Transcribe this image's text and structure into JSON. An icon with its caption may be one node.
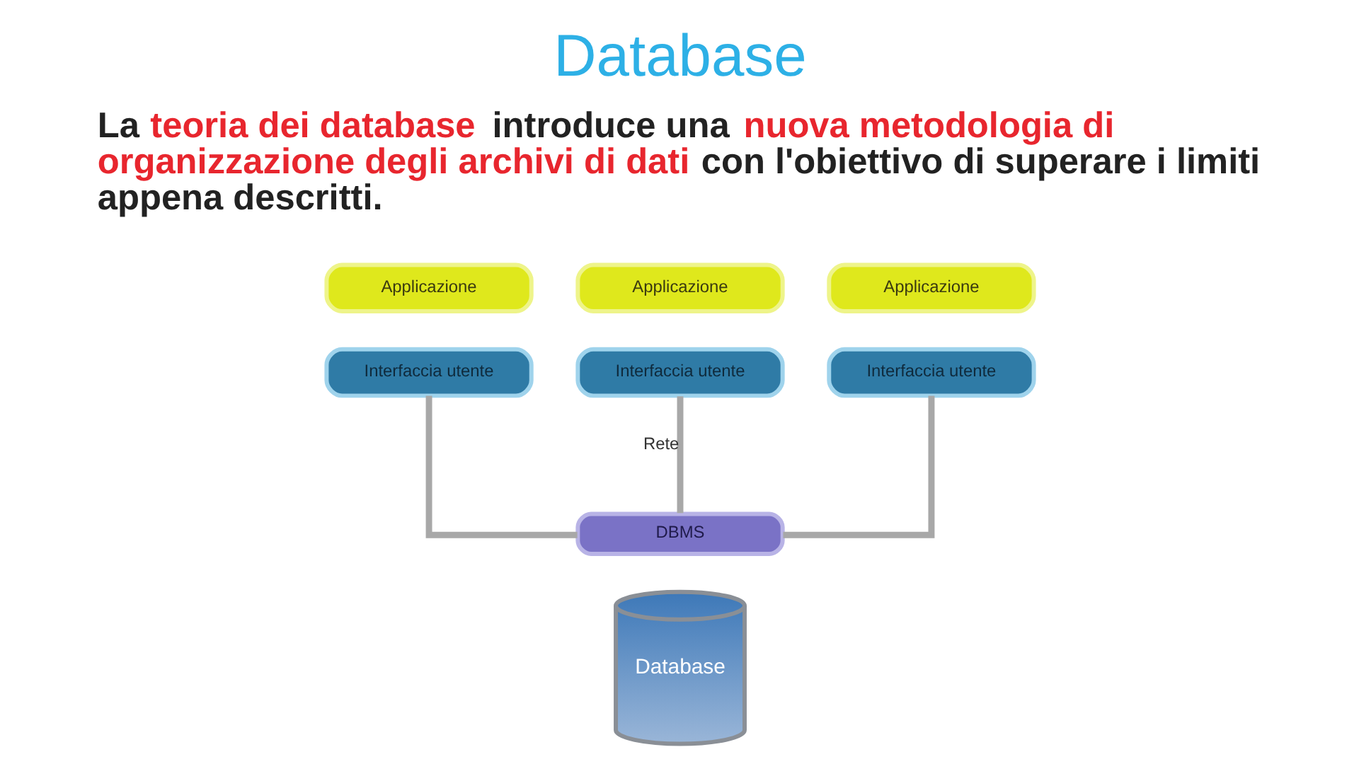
{
  "diagram": {
    "title": "Database",
    "nodes": [
      {
        "text": [
          "Applicazione"
        ]
      },
      {
        "text": [
          "Applicazione"
        ]
      },
      {
        "text": [
          "Applicazione"
        ]
      },
      {
        "text": [
          "Interfaccia utente"
        ]
      },
      {
        "text": [
          "Interfaccia utente"
        ]
      },
      {
        "text": [
          "Interfaccia utente"
        ]
      },
      {
        "text": [
          "DBMS"
        ]
      },
      {
        "text": [
          "Database"
        ]
      }
    ],
    "edges": [
      {
        "from": 3,
        "to": 6,
        "arrow": "none"
      },
      {
        "from": 4,
        "to": 6,
        "arrow": "none",
        "label": "Rete"
      },
      {
        "from": 5,
        "to": 6,
        "arrow": "none"
      }
    ],
    "labels": [
      "La **teoria dei database** introduce una **nuova metodologia di organizzazione degli archivi di dati** con l'obiettivo di superare i limiti appena descritti."
    ]
  }
}
